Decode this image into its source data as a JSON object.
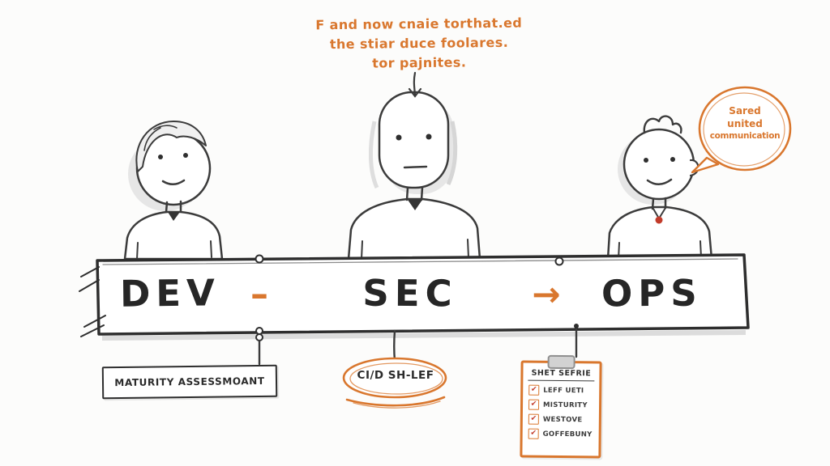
{
  "colors": {
    "accent": "#d9772e",
    "ink": "#2e2e2e",
    "check": "#c23b2a",
    "tie": "#c23b2a"
  },
  "icons": {
    "check": "✔",
    "down_arrow": "↓"
  },
  "annotation": {
    "line1": "F and now cnaie torthat.ed",
    "line2": "the stiar duce foolares.",
    "line3": "tor pajnites."
  },
  "speech_bubble": {
    "line1": "Sared",
    "line2": "united",
    "line3": "communication"
  },
  "banner": {
    "dev": "DEV",
    "dash": "–",
    "sec": "SEC",
    "arrow": "→",
    "ops": "OPS"
  },
  "maturity_box": {
    "label": "MATURITY ASSESSMOANT"
  },
  "shift_left": {
    "label": "CI/D SH-LEF"
  },
  "checklist": {
    "title": "SHET SEFRIE",
    "items": [
      {
        "label": "LEFF UETI"
      },
      {
        "label": "MISTURITY"
      },
      {
        "label": "WESTOVE"
      },
      {
        "label": "GOFFEBUNY"
      }
    ]
  }
}
